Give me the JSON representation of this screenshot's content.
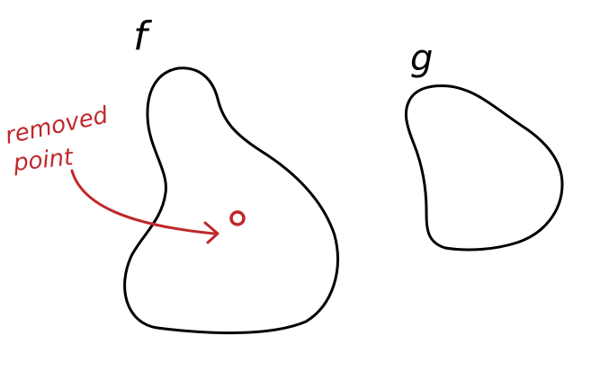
{
  "labels": {
    "f": "f",
    "g": "g",
    "annotation_line1": "removed",
    "annotation_line2": "point"
  },
  "colors": {
    "ink": "#000000",
    "annotation": "#c0282a",
    "background": "#ffffff"
  }
}
